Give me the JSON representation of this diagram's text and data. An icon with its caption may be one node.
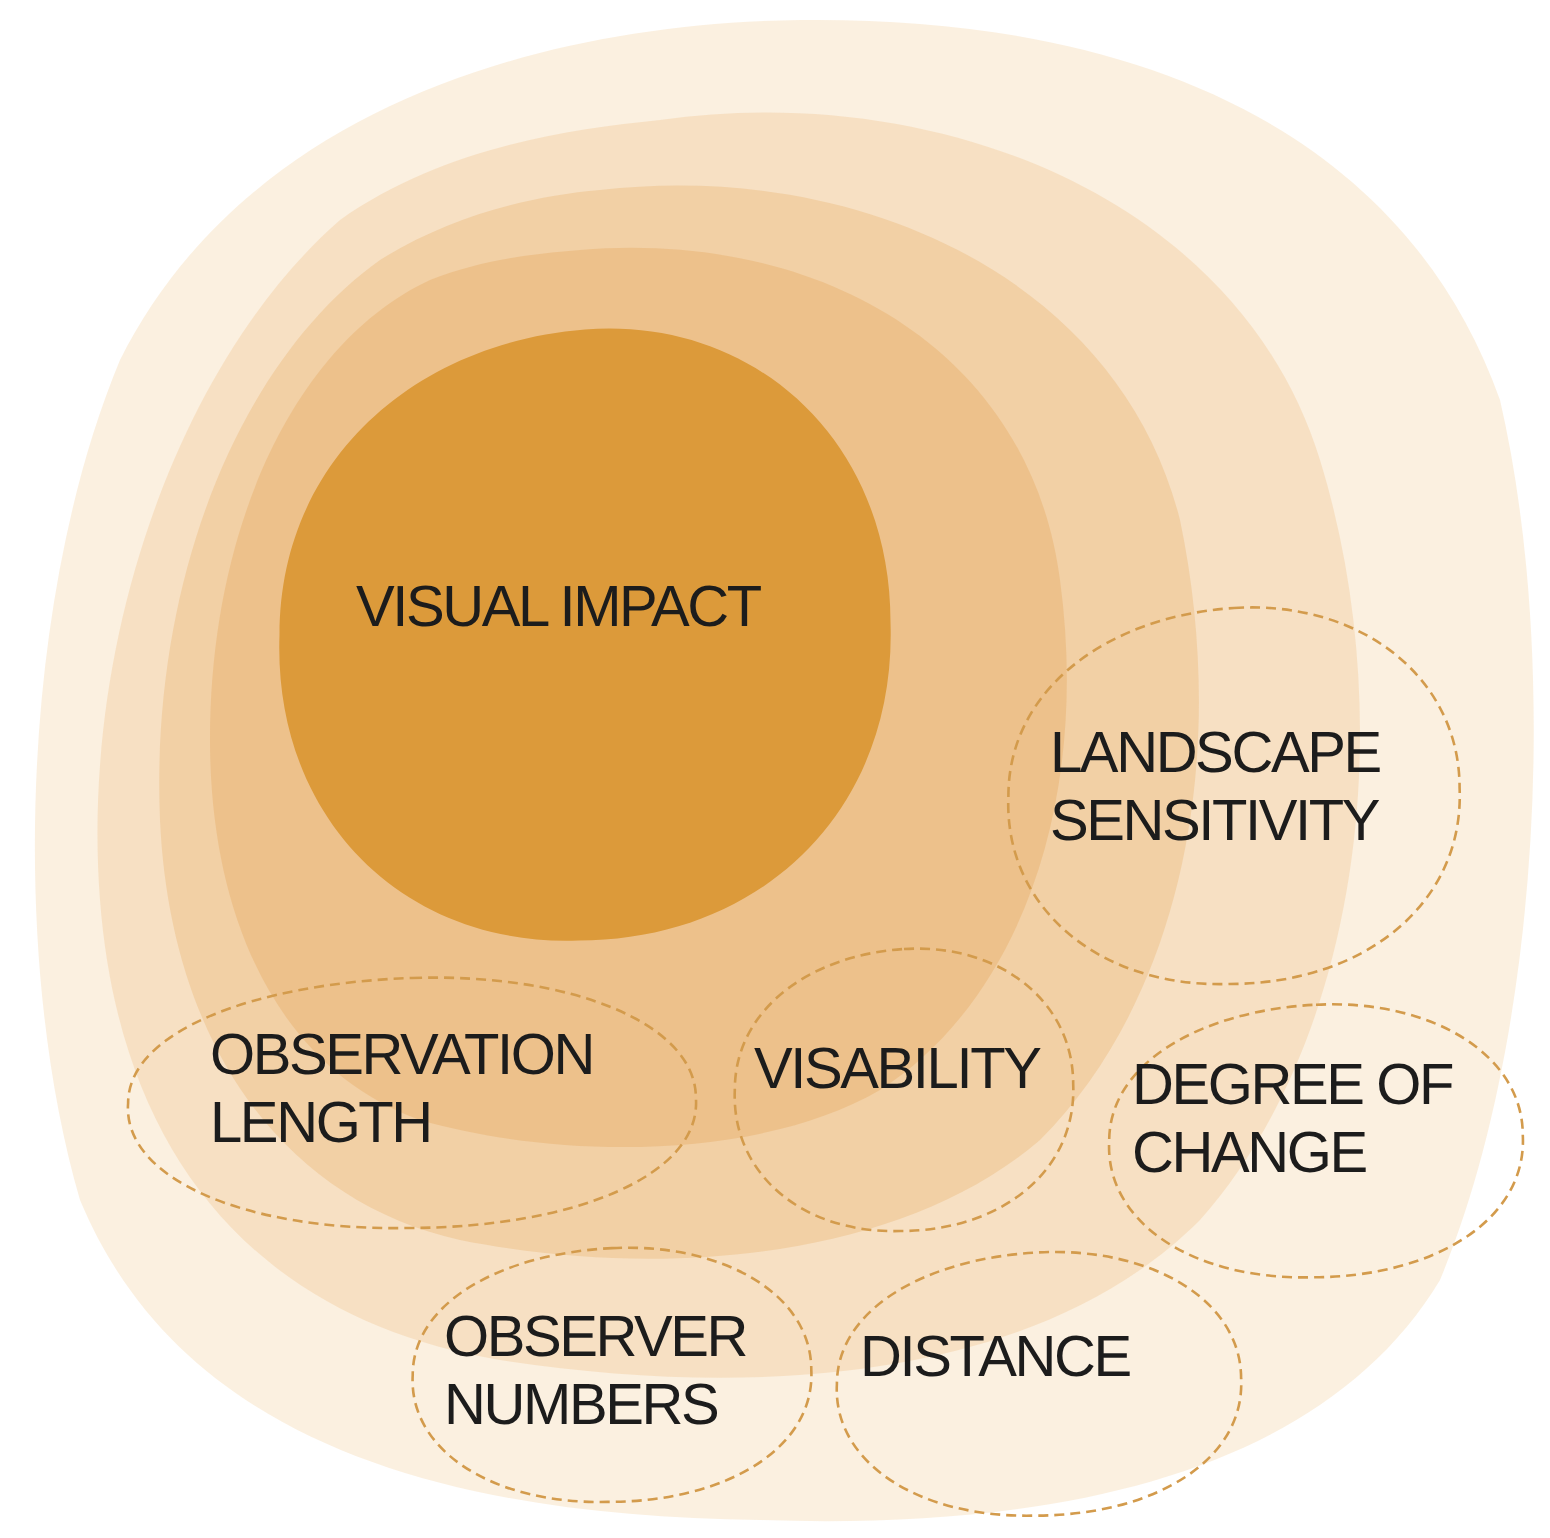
{
  "diagram": {
    "nodes": [
      {
        "text": [
          "VISUAL IMPACT"
        ]
      },
      {
        "text": [
          "LANDSCAPE SENSITIVITY"
        ]
      },
      {
        "text": [
          "OBSERVATION LENGTH"
        ]
      },
      {
        "text": [
          "VISABILITY"
        ]
      },
      {
        "text": [
          "DEGREE OF CHANGE"
        ]
      },
      {
        "text": [
          "OBSERVER NUMBERS"
        ]
      },
      {
        "text": [
          "DISTANCE"
        ]
      }
    ]
  }
}
